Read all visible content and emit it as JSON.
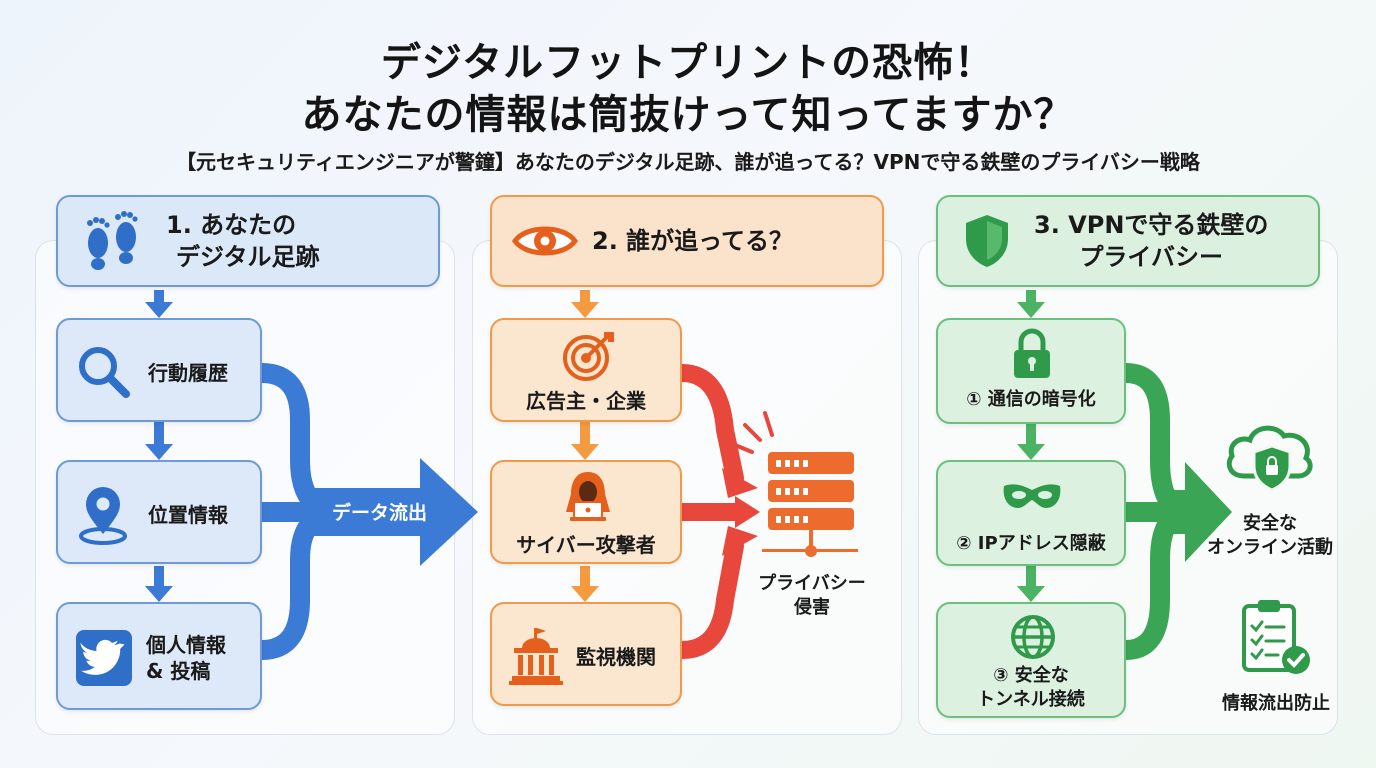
{
  "title": {
    "line1": "デジタルフットプリントの恐怖！",
    "line2": "あなたの情報は筒抜けって知ってますか？",
    "subtitle": "【元セキュリティエンジニアが警鐘】あなたのデジタル足跡、誰が追ってる？VPNで守る鉄壁のプライバシー戦略"
  },
  "section1": {
    "header_line1": "1. あなたの",
    "header_line2": "デジタル足跡",
    "header_icon": "footprints-icon",
    "items": [
      {
        "label": "行動履歴",
        "icon": "magnifier-icon"
      },
      {
        "label": "位置情報",
        "icon": "location-pin-icon"
      },
      {
        "label_line1": "個人情報",
        "label_line2": "& 投稿",
        "icon": "twitter-bird-icon"
      }
    ],
    "flow_label": "データ流出"
  },
  "section2": {
    "header": "2. 誰が追ってる？",
    "header_icon": "eye-icon",
    "items": [
      {
        "label": "広告主・企業",
        "icon": "target-icon"
      },
      {
        "label": "サイバー攻撃者",
        "icon": "hacker-icon"
      },
      {
        "label": "監視機関",
        "icon": "government-building-icon"
      }
    ],
    "result_line1": "プライバシー",
    "result_line2": "侵害",
    "result_icon": "server-icon"
  },
  "section3": {
    "header_line1": "3. VPNで守る鉄壁の",
    "header_line2": "プライバシー",
    "header_icon": "shield-icon",
    "items": [
      {
        "label": "① 通信の暗号化",
        "icon": "padlock-icon"
      },
      {
        "label": "② IPアドレス隠蔽",
        "icon": "mask-icon"
      },
      {
        "label_line1": "③ 安全な",
        "label_line2": "トンネル接続",
        "icon": "globe-icon"
      }
    ],
    "outcome1_line1": "安全な",
    "outcome1_line2": "オンライン活動",
    "outcome1_icon": "cloud-shield-icon",
    "outcome2": "情報流出防止",
    "outcome2_icon": "clipboard-check-icon"
  },
  "colors": {
    "blue": "#2f6fc8",
    "orange": "#f08a2a",
    "red": "#e8473c",
    "green": "#3aa655"
  }
}
